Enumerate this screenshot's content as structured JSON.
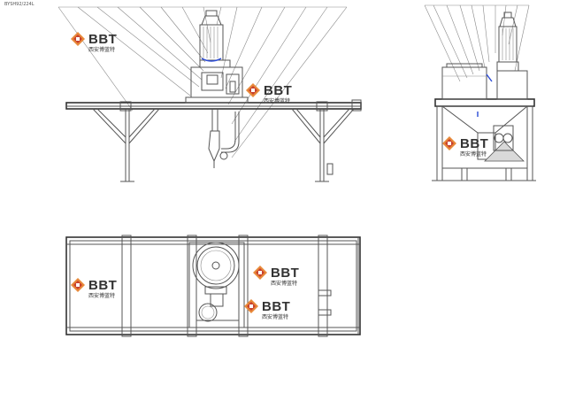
{
  "drawing_title": "BYSH92/224L",
  "watermark": {
    "brand": "BBT",
    "company_cn": "西安博蓝特",
    "colors": {
      "orange": "#e8893a",
      "red": "#c8412f",
      "dark": "#333333"
    }
  }
}
